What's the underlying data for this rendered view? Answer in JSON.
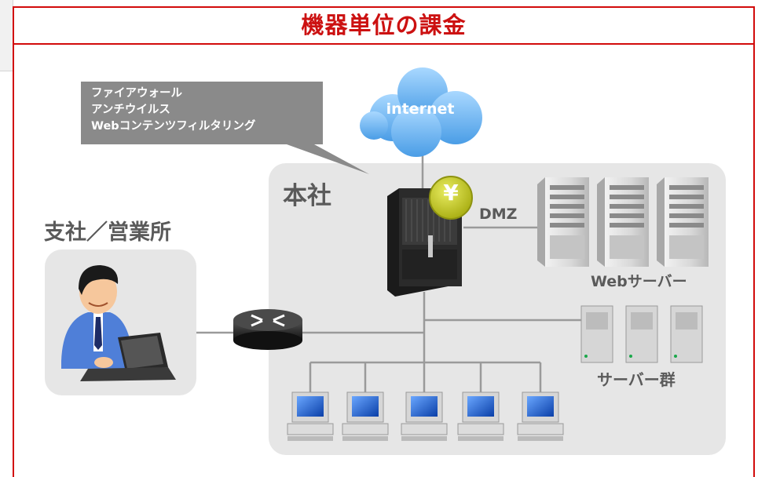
{
  "title": "機器単位の課金",
  "callout": {
    "lines": [
      "ファイアウォール",
      "アンチウイルス",
      "Webコンテンツフィルタリング"
    ]
  },
  "cloud_label": "internet",
  "hq_label": "本社",
  "branch_label": "支社／営業所",
  "dmz_label": "DMZ",
  "yen_symbol": "¥",
  "web_servers_label": "Webサーバー",
  "server_group_label": "サーバー群"
}
